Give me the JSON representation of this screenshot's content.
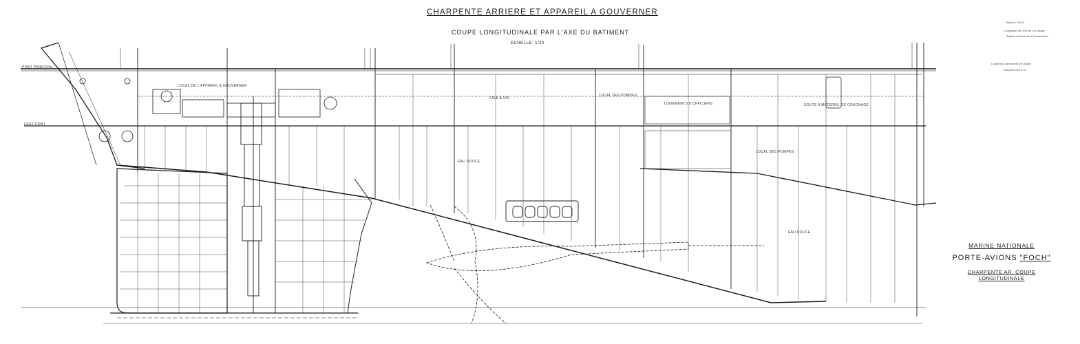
{
  "title": "CHARPENTE ARRIERE ET APPAREIL A GOUVERNER",
  "subtitle": "COUPE LONGITUDINALE PAR L'AXE DU BATIMENT",
  "scale": "ECHELLE: 1/20",
  "rooms": {
    "local_appareil": "LOCAL DE L'APPAREIL A GOUVERNER",
    "local_pompes_upper": "LOCAL DES POMPES",
    "cale_vin": "CALE A VIN",
    "logements": "LOGEMENTS D'OFFICIERS",
    "soute_materiel": "SOUTE A MATERIEL DE COUCHAGE",
    "local_pompes_lower": "LOCAL DES POMPES",
    "eau_douce_1": "EAU DOUCE",
    "eau_douce_2": "EAU DOUCE"
  },
  "deck_labels": {
    "pont_principal": "PONT PRINCIPAL",
    "faux_pont": "FAUX PONT"
  },
  "signatures": {
    "l1": "Brest le 1/5/19",
    "l2": "L'Ingenieur en Chef de 1re classe",
    "l3": "Adjoint au Chef de la Construction",
    "l4": "L'Ingenieur general de 2e classe",
    "l5": "Directeur des C.N."
  },
  "cartouche": {
    "line1": "MARINE NATIONALE",
    "line2_prefix": "PORTE-AVIONS",
    "line2_name": "\"FOCH\"",
    "line3": "CHARPENTE AR. COUPE LONGITUDINALE"
  },
  "colors": {
    "ink": "#1a1a1a",
    "paper": "#ffffff"
  }
}
